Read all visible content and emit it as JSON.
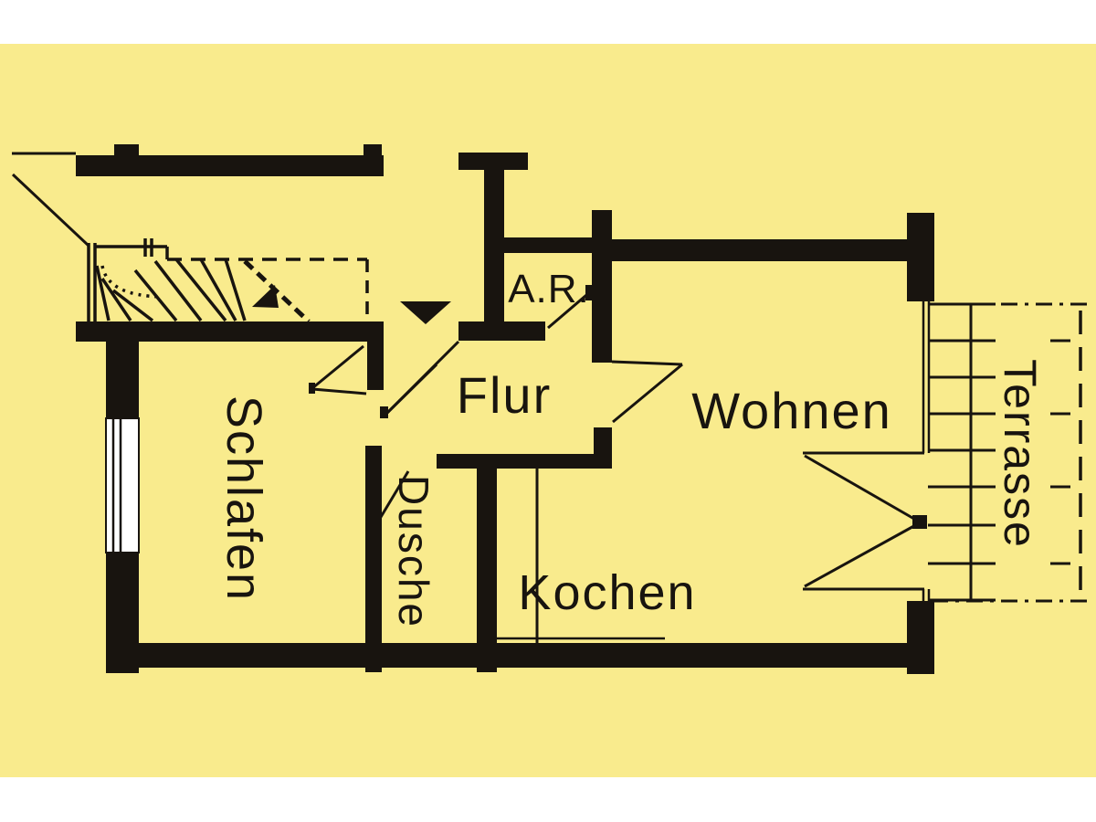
{
  "plan": {
    "kind": "apartment floor plan",
    "language": "German"
  },
  "colors": {
    "background": "#F9EB8D",
    "ink": "#18140F",
    "margin": "#FFFFFF"
  },
  "rooms": {
    "schlafen": {
      "label": "Schlafen"
    },
    "dusche": {
      "label": "Dusche"
    },
    "kochen": {
      "label": "Kochen"
    },
    "flur": {
      "label": "Flur"
    },
    "abstellraum": {
      "label": "A.R."
    },
    "wohnen": {
      "label": "Wohnen"
    },
    "terrasse": {
      "label": "Terrasse"
    }
  }
}
